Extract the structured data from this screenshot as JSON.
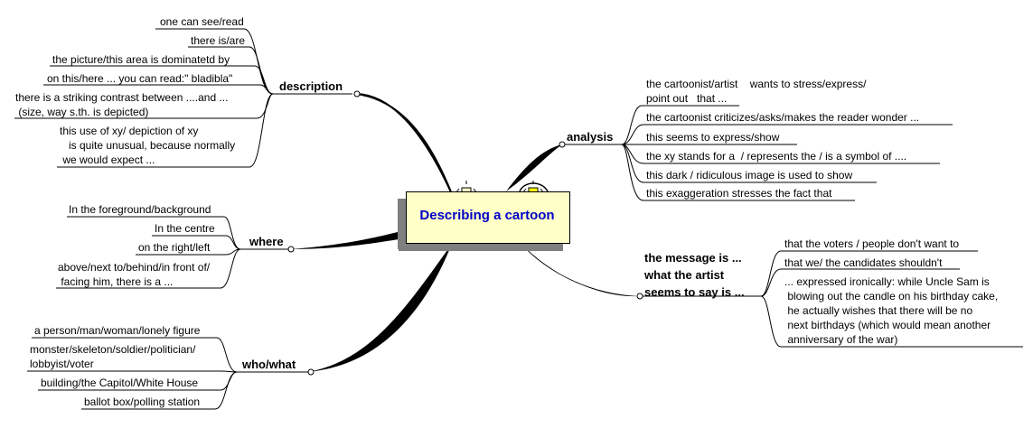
{
  "central": {
    "title": "Describing a cartoon",
    "box_color": "#ffffc8",
    "title_color": "#0000c8"
  },
  "branches": {
    "description": {
      "label": "description",
      "items": [
        "one can see/read",
        "there is/are",
        "the picture/this area is dominatetd by",
        "on this/here ... you can read:\" bladibla\"",
        "there is a striking contrast between ....and ...\n (size, way s.th. is depicted)",
        "this use of xy/ depiction of xy\n   is quite unusual, because normally\n we would expect ..."
      ]
    },
    "where": {
      "label": "where",
      "items": [
        "In the foreground/background",
        "In the centre",
        "on the right/left",
        "above/next to/behind/in front of/\n facing him, there is a ..."
      ]
    },
    "who_what": {
      "label": "who/what",
      "items": [
        "a person/man/woman/lonely figure",
        "monster/skeleton/soldier/politician/\nlobbyist/voter",
        "building/the Capitol/White House",
        "ballot box/polling station"
      ]
    },
    "analysis": {
      "label": "analysis",
      "items": [
        "the cartoonist/artist    wants to stress/express/\npoint out   that ...",
        "the cartoonist criticizes/asks/makes the reader wonder ...",
        "this seems to express/show",
        "the xy stands for a  / represents the / is a symbol of ....",
        "this dark / ridiculous image is used to show",
        "this exaggeration stresses the fact that"
      ]
    },
    "message": {
      "label": "the message is ...\nwhat the artist\nseems to say is ...",
      "items": [
        "that the voters / people don't want to",
        "that we/ the candidates shouldn't",
        "... expressed ironically: while Uncle Sam is\n blowing out the candle on his birthday cake,\n he actually wishes that there will be no\n next birthdays (which would mean another\n anniversary of the war)"
      ]
    }
  }
}
